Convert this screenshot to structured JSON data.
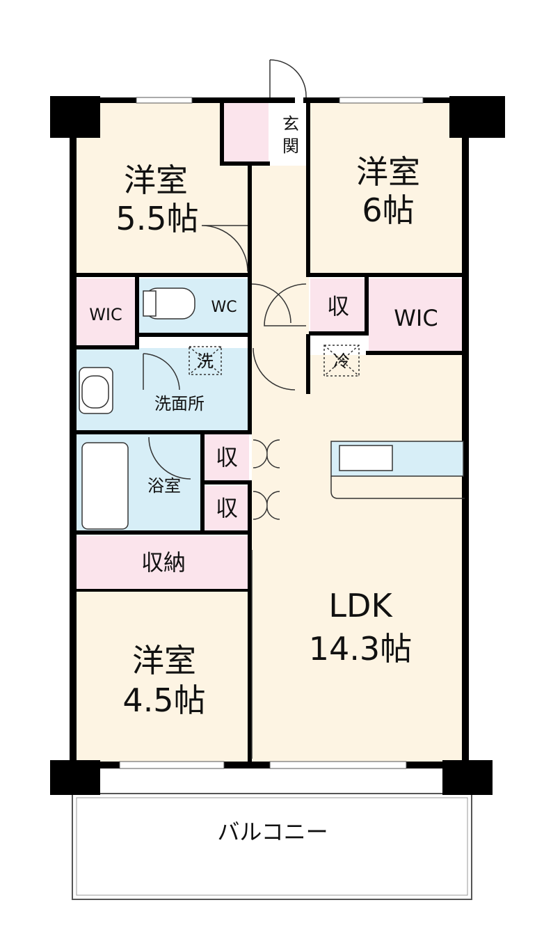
{
  "colors": {
    "room": "#fdf4e3",
    "storage": "#fbe4ec",
    "wet": "#d7eef7",
    "wall": "#000000",
    "balcony": "#ffffff"
  },
  "rooms": {
    "western_nw": {
      "name": "洋室",
      "size": "5.5帖"
    },
    "western_ne": {
      "name": "洋室",
      "size": "6帖"
    },
    "western_sw": {
      "name": "洋室",
      "size": "4.5帖"
    },
    "ldk": {
      "name": "LDK",
      "size": "14.3帖"
    },
    "genkan_1": "玄",
    "genkan_2": "関",
    "wic_left": "WIC",
    "wic_right": "WIC",
    "wc": "WC",
    "closet_mid": "収",
    "washer": "洗",
    "fridge": "冷",
    "washroom": "洗面所",
    "bath": "浴室",
    "closet_bath_1": "収",
    "closet_bath_2": "収",
    "storage": "収納",
    "balcony": "バルコニー"
  }
}
